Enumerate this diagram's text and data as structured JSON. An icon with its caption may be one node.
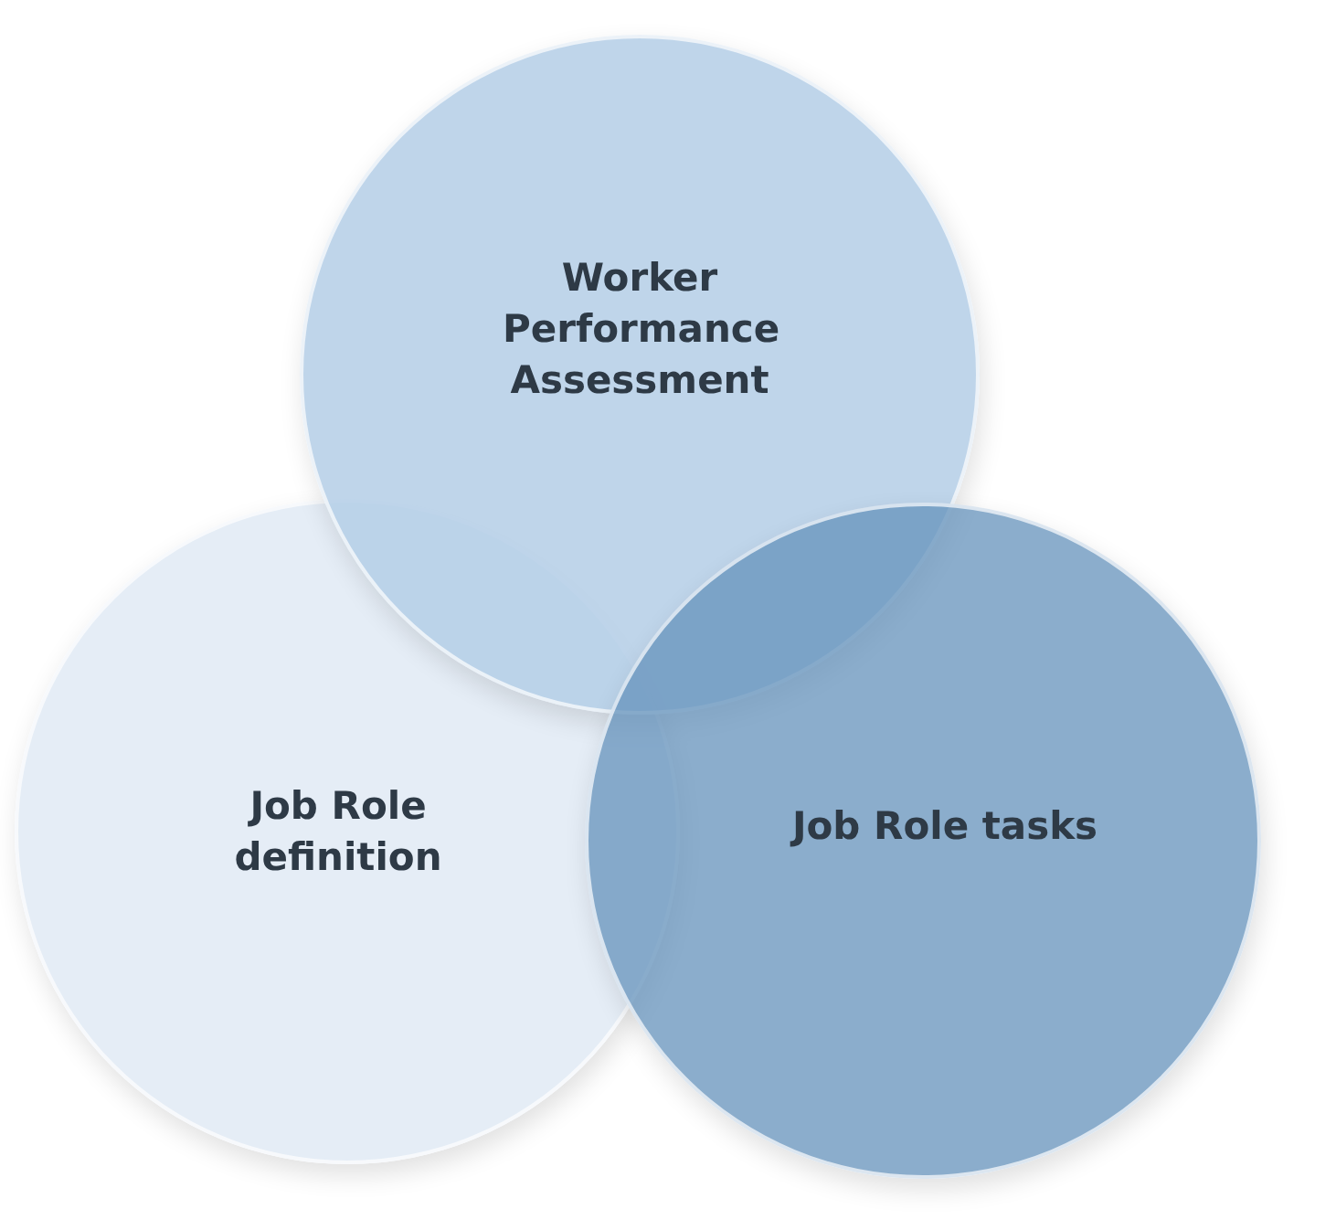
{
  "diagram": {
    "nodes": [
      {
        "text": [
          "Worker Performance Assessment"
        ]
      },
      {
        "text": [
          "Job Role definition"
        ]
      },
      {
        "text": [
          "Job Role tasks"
        ]
      }
    ]
  }
}
